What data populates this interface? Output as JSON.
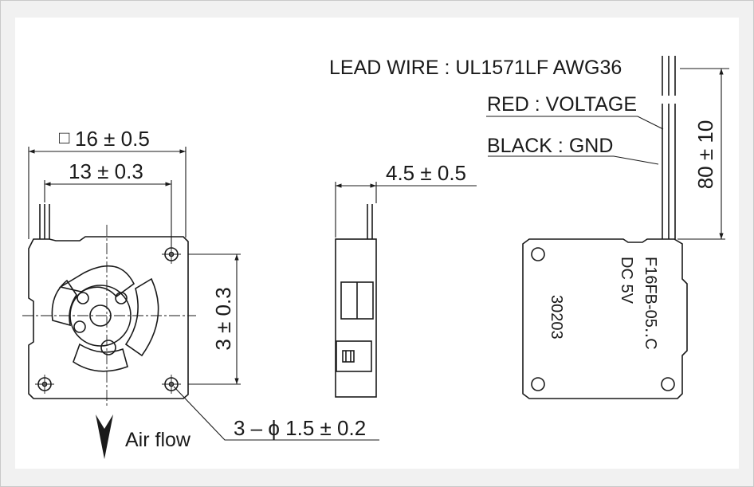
{
  "front_view": {
    "square_symbol": "□",
    "outer_dim": "16 ± 0.5",
    "inner_dim": "13 ± 0.3",
    "hole_pitch_dim": "3 ± 0.3",
    "hole_spec": "3 – ϕ 1.5 ± 0.2",
    "airflow_label": "Air flow"
  },
  "side_view": {
    "thickness_dim": "4.5 ± 0.5"
  },
  "back_view": {
    "lead_wire_label": "LEAD WIRE : UL1571LF AWG36",
    "red_label": "RED : VOLTAGE",
    "black_label": "BLACK : GND",
    "wire_length_dim": "80 ± 10",
    "model_text": "F16FB-05‥C",
    "voltage_text": "DC 5V",
    "lot_text": "30203"
  },
  "colors": {
    "line": "#1a1a1a",
    "panel_bg": "#ffffff",
    "frame_bg": "#f1f1f1"
  }
}
